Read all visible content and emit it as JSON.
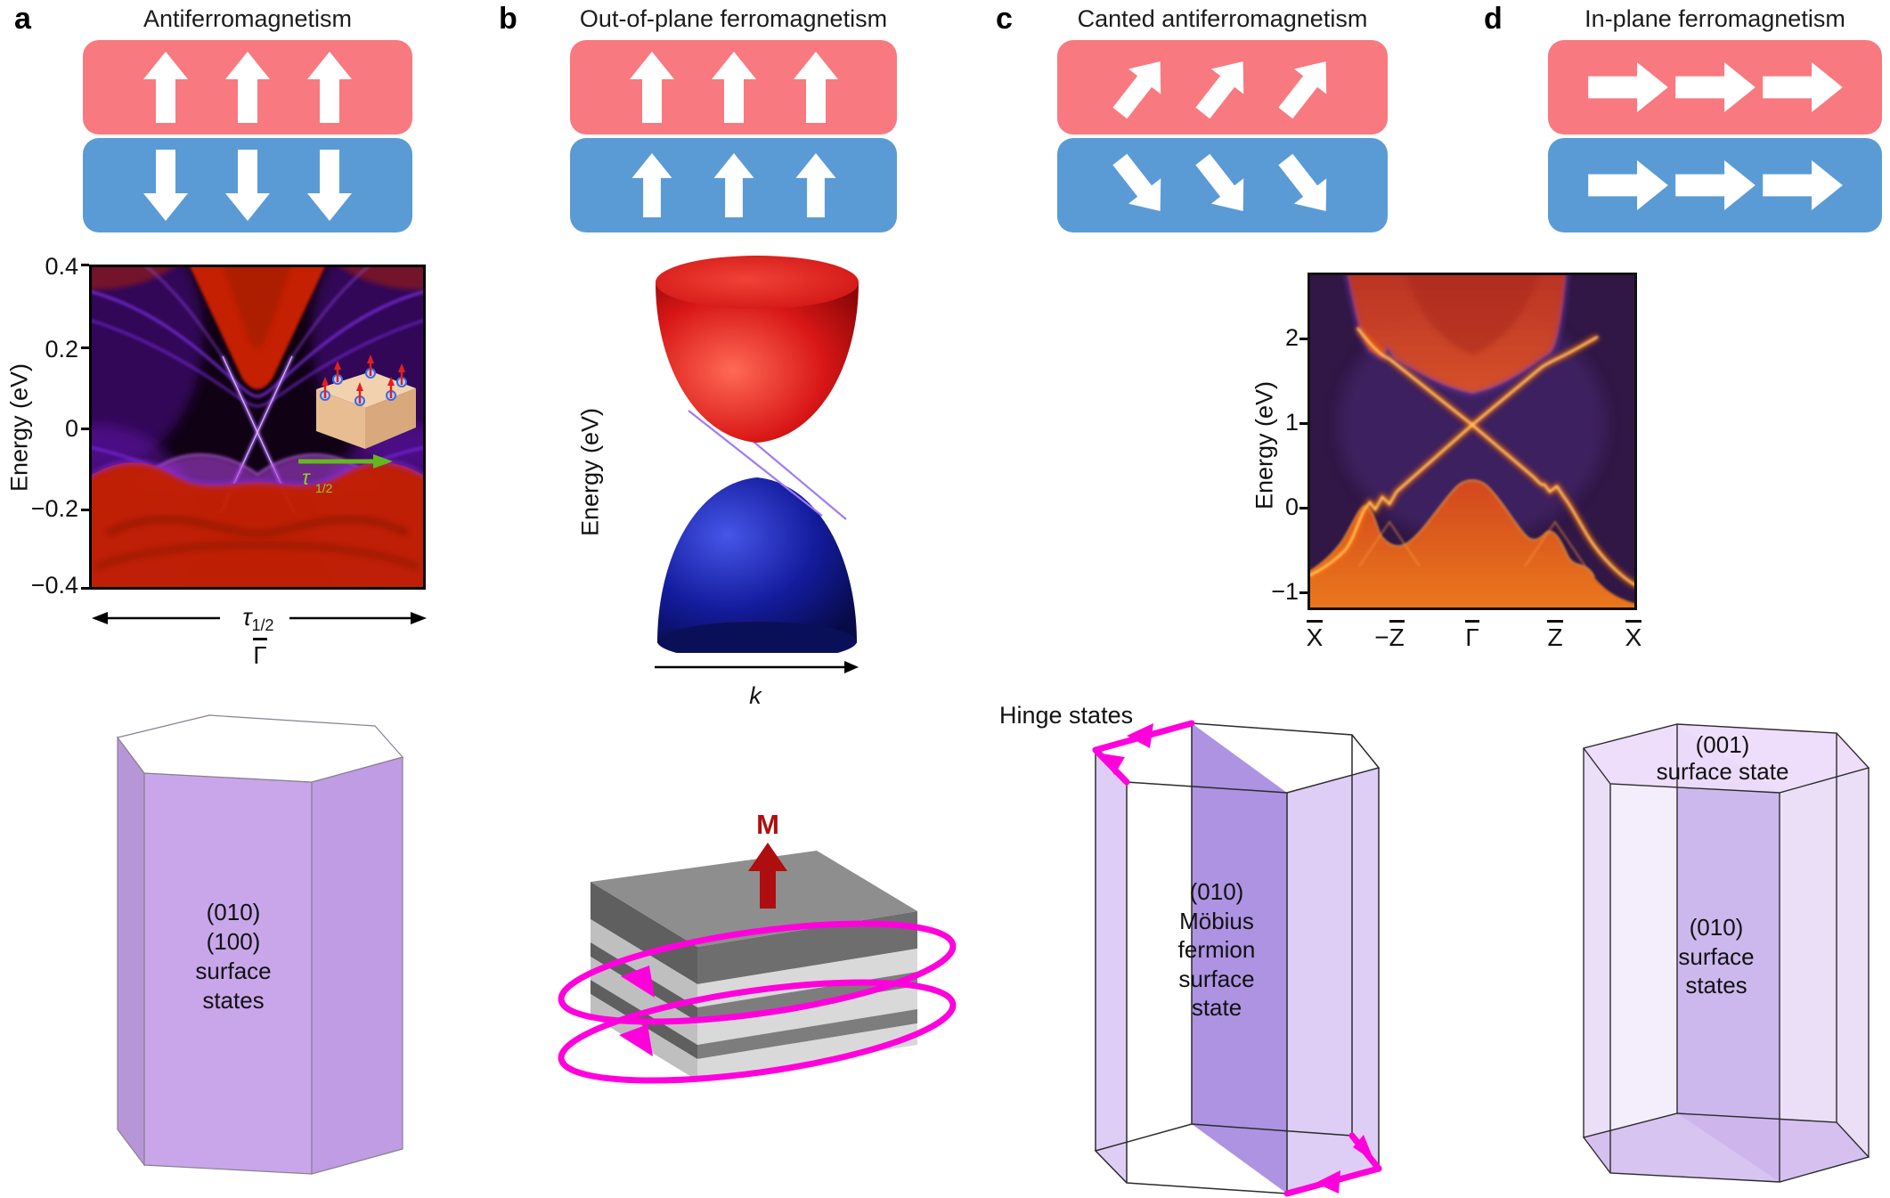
{
  "figure_type": "scientific-figure",
  "colors": {
    "layer_red": "#F8797F",
    "layer_blue": "#5B9BD5",
    "arrow_white": "#FFFFFF",
    "hinge_magenta": "#FF00DC",
    "magnetization_red": "#AE0E0F",
    "tau_green": "#6CBE28",
    "prism_purple": "#C9A6EA",
    "prism_slab_purple": "#A78AE0",
    "prism_light_purple": "#DCC8F3"
  },
  "panels": {
    "a": {
      "label": "a",
      "title": "Antiferromagnetism",
      "magnet": {
        "top_layer_arrows": "up",
        "bottom_layer_arrows": "down"
      },
      "band_plot": {
        "ylabel": "Energy (eV)",
        "yticks": [
          "0.4",
          "0.2",
          "0",
          "−0.2",
          "−0.4"
        ],
        "x_arrow_label": {
          "symbol": "τ",
          "subscript": "1/2"
        },
        "x_point": {
          "letter": "Γ",
          "overbar": true
        },
        "inset_label": {
          "symbol": "τ",
          "subscript": "1/2"
        }
      },
      "crystal": {
        "face_lines": [
          "(010)",
          "(100)",
          "surface",
          "states"
        ]
      }
    },
    "b": {
      "label": "b",
      "title": "Out-of-plane ferromagnetism",
      "magnet": {
        "top_layer_arrows": "up",
        "bottom_layer_arrows": "up"
      },
      "cone_plot": {
        "ylabel": "Energy (eV)",
        "xlabel": "k"
      },
      "slab": {
        "magnetization_label": "M"
      }
    },
    "c": {
      "label": "c",
      "title": "Canted antiferromagnetism",
      "magnet": {
        "top_layer_arrows": "up-right",
        "bottom_layer_arrows": "down-right"
      },
      "band_plot": {
        "ylabel": "Energy (eV)",
        "yticks": [
          "2",
          "1",
          "0",
          "−1"
        ],
        "xticks": [
          {
            "pre": "",
            "letter": "X",
            "overbar": true
          },
          {
            "pre": "−",
            "letter": "Z",
            "overbar": true
          },
          {
            "pre": "",
            "letter": "Γ",
            "overbar": true
          },
          {
            "pre": "",
            "letter": "Z",
            "overbar": true
          },
          {
            "pre": "",
            "letter": "X",
            "overbar": true
          }
        ]
      },
      "hinge_label": "Hinge states",
      "crystal": {
        "face_lines": [
          "(010)",
          "Möbius",
          "fermion",
          "surface",
          "state"
        ]
      }
    },
    "d": {
      "label": "d",
      "title": "In-plane ferromagnetism",
      "magnet": {
        "top_layer_arrows": "right",
        "bottom_layer_arrows": "right"
      },
      "crystal": {
        "top_face_lines": [
          "(001)",
          "surface state"
        ],
        "side_face_lines": [
          "(010)",
          "surface",
          "states"
        ]
      }
    }
  },
  "chart_data": [
    {
      "type": "heatmap",
      "panel": "a",
      "title": "",
      "xlabel": "momentum along τ1/2 through Γ̄",
      "ylabel": "Energy (eV)",
      "ylim": [
        -0.4,
        0.4
      ],
      "yticks": [
        0.4,
        0.2,
        0,
        -0.2,
        -0.4
      ],
      "x_center_label": "Γ̄",
      "features": [
        "red bulk continuum above ~0.15 eV near Γ̄ and below ~−0.1 eV",
        "purple topological surface-state Dirac cone crossing at Γ̄ near −0.05 eV",
        "purple valence-band hump directly below the crossing",
        "inset: crystal slab with alternating spins and green half-translation τ1/2 arrow"
      ]
    },
    {
      "type": "heatmap",
      "panel": "c",
      "title": "",
      "xlabel": "X̄ –Z̄ Γ̄ Z̄ X̄",
      "ylabel": "Energy (eV)",
      "ylim": [
        -1.2,
        2.8
      ],
      "yticks": [
        2,
        1,
        0,
        -1
      ],
      "xticks": [
        "X̄",
        "−Z̄",
        "Γ̄",
        "Z̄",
        "X̄"
      ],
      "features": [
        "orange bulk conduction continuum above ~1.8 eV",
        "orange bulk valence continuum below ~0 eV",
        "bright Möbius surface states crossing linearly at Γ̄ at ~1 eV with kinks near ±Z̄"
      ]
    }
  ]
}
